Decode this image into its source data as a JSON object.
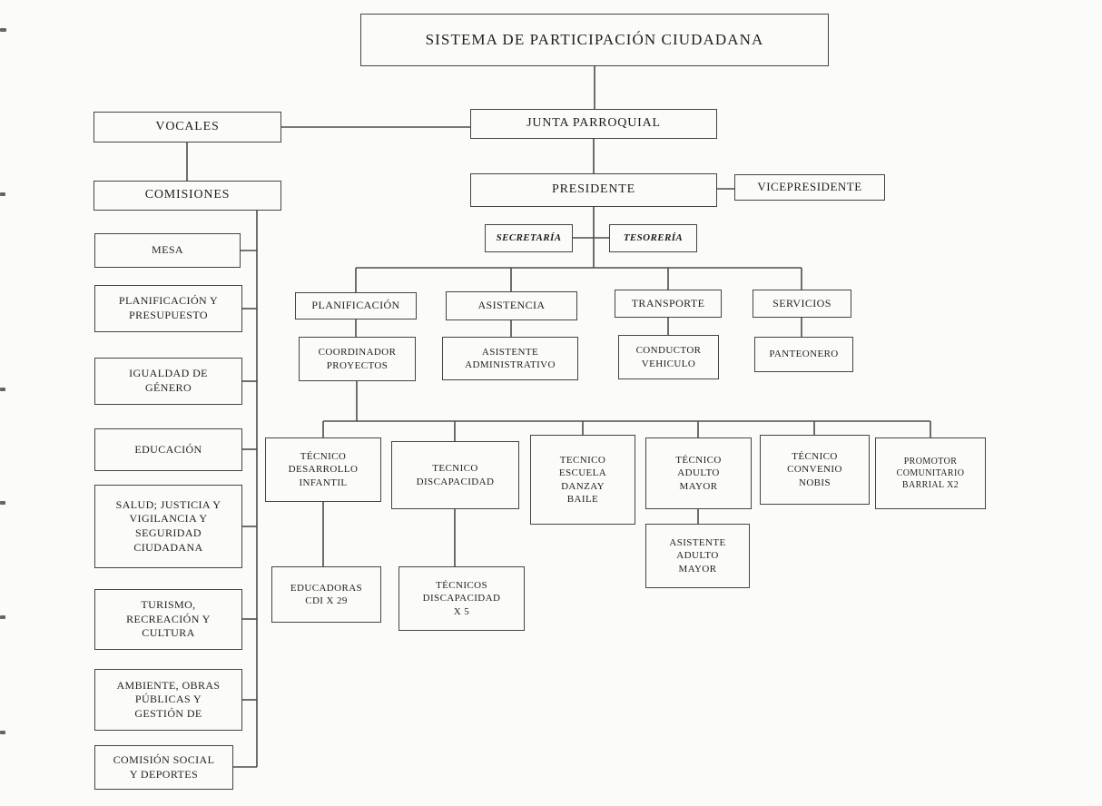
{
  "colors": {
    "ink": "#454545",
    "paper": "#fbfbf9"
  },
  "title": {
    "label": "SISTEMA DE PARTICIPACIÓN CIUDADANA"
  },
  "nodes": {
    "junta": {
      "label": "JUNTA PARROQUIAL"
    },
    "vocales": {
      "label": "VOCALES"
    },
    "comisiones": {
      "label": "COMISIONES"
    },
    "presidente": {
      "label": "PRESIDENTE"
    },
    "vicepresidente": {
      "label": "VICEPRESIDENTE"
    },
    "secretaria": {
      "label": "SECRETARÍA"
    },
    "tesoreria": {
      "label": "TESORERÍA"
    },
    "planificacion": {
      "label": "PLANIFICACIÓN"
    },
    "asistencia": {
      "label": "ASISTENCIA"
    },
    "transporte": {
      "label": "TRANSPORTE"
    },
    "servicios": {
      "label": "SERVICIOS"
    },
    "coordinador_proyectos": {
      "label": "COORDINADOR\nPROYECTOS"
    },
    "asistente_administrativo": {
      "label": "ASISTENTE\nADMINISTRATIVO"
    },
    "conductor_vehiculo": {
      "label": "CONDUCTOR\nVEHICULO"
    },
    "panteonero": {
      "label": "PANTEONERO"
    },
    "tecnico_desarrollo_infantil": {
      "label": "TÉCNICO\nDESARROLLO\nINFANTIL"
    },
    "tecnico_discapacidad": {
      "label": "TECNICO\nDISCAPACIDAD"
    },
    "tecnico_escuela_danza": {
      "label": "TECNICO\nESCUELA\nDANZAY\nBAILE"
    },
    "tecnico_adulto_mayor": {
      "label": "TÉCNICO\nADULTO\nMAYOR"
    },
    "tecnico_convenio_nobis": {
      "label": "TÉCNICO\nCONVENIO\nNOBIS"
    },
    "promotor_comunitario": {
      "label": "PROMOTOR\nCOMUNITARIO\nBARRIAL X2"
    },
    "educadoras_cdi": {
      "label": "EDUCADORAS\nCDI X 29"
    },
    "tecnicos_discapacidad_x5": {
      "label": "TÉCNICOS\nDISCAPACIDAD\nX 5"
    },
    "asistente_adulto_mayor": {
      "label": "ASISTENTE\nADULTO\nMAYOR"
    },
    "mesa": {
      "label": "MESA"
    },
    "planificacion_presupuesto": {
      "label": "PLANIFICACIÓN Y\nPRESUPUESTO"
    },
    "igualdad_genero": {
      "label": "IGUALDAD DE\nGÉNERO"
    },
    "educacion": {
      "label": "EDUCACIÓN"
    },
    "salud_justicia": {
      "label": "SALUD; JUSTICIA Y\nVIGILANCIA Y\nSEGURIDAD\nCIUDADANA"
    },
    "turismo_recreacion": {
      "label": "TURISMO,\nRECREACIÓN Y\nCULTURA"
    },
    "ambiente_obras": {
      "label": "AMBIENTE, OBRAS\nPÚBLICAS Y\nGESTIÓN DE"
    },
    "comision_social_deportes": {
      "label": "COMISIÓN SOCIAL\nY DEPORTES"
    }
  }
}
